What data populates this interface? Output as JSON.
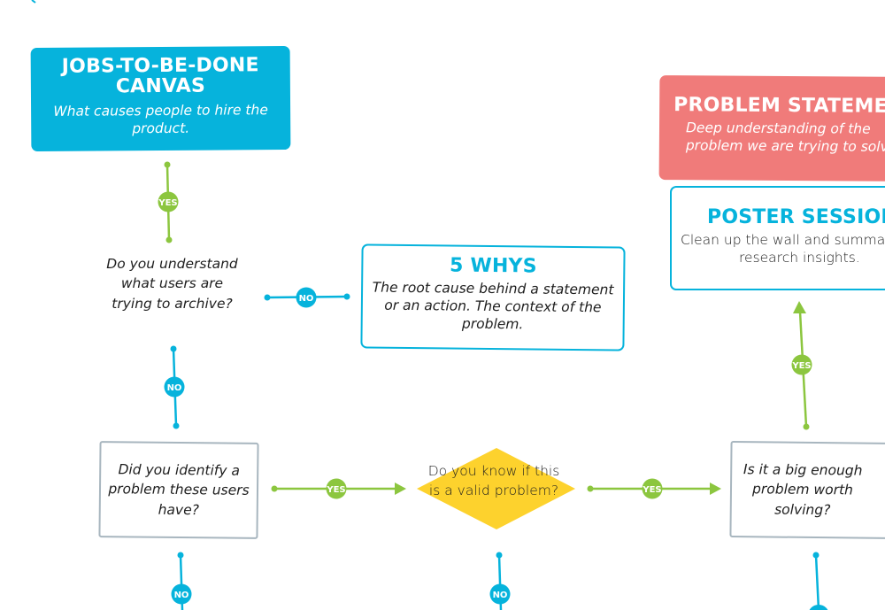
{
  "colors": {
    "blue": "#06b3dc",
    "green": "#8cc63f",
    "coral": "#f07b7a",
    "yellow": "#fdd22d",
    "gray_border": "#a8b6bf",
    "text": "#1e1e1e"
  },
  "boxes": {
    "jtbd": {
      "title_line1": "JOBS-TO-BE-DONE",
      "title_line2": "CANVAS",
      "subtitle": "What causes people to hire the product."
    },
    "problem_statement": {
      "title": "PROBLEM STATEMEN",
      "subtitle_line1": "Deep understanding of the",
      "subtitle_line2": "problem we are trying to solv"
    },
    "poster_session": {
      "title": "POSTER SESSION",
      "subtitle_line1": "Clean up the wall and summa",
      "subtitle_line2": "research insights."
    },
    "five_whys": {
      "title": "5 WHYS",
      "subtitle": "The root cause behind a statement or an action. The context of the problem."
    }
  },
  "questions": {
    "understand_users": "Do you understand what users are trying to archive?",
    "identify_problem": "Did you identify a problem these users have?",
    "valid_problem": "Do you know if this is a valid problem?",
    "big_enough": "Is it a big enough problem worth solving?"
  },
  "badges": {
    "yes": "YES",
    "no": "NO"
  }
}
